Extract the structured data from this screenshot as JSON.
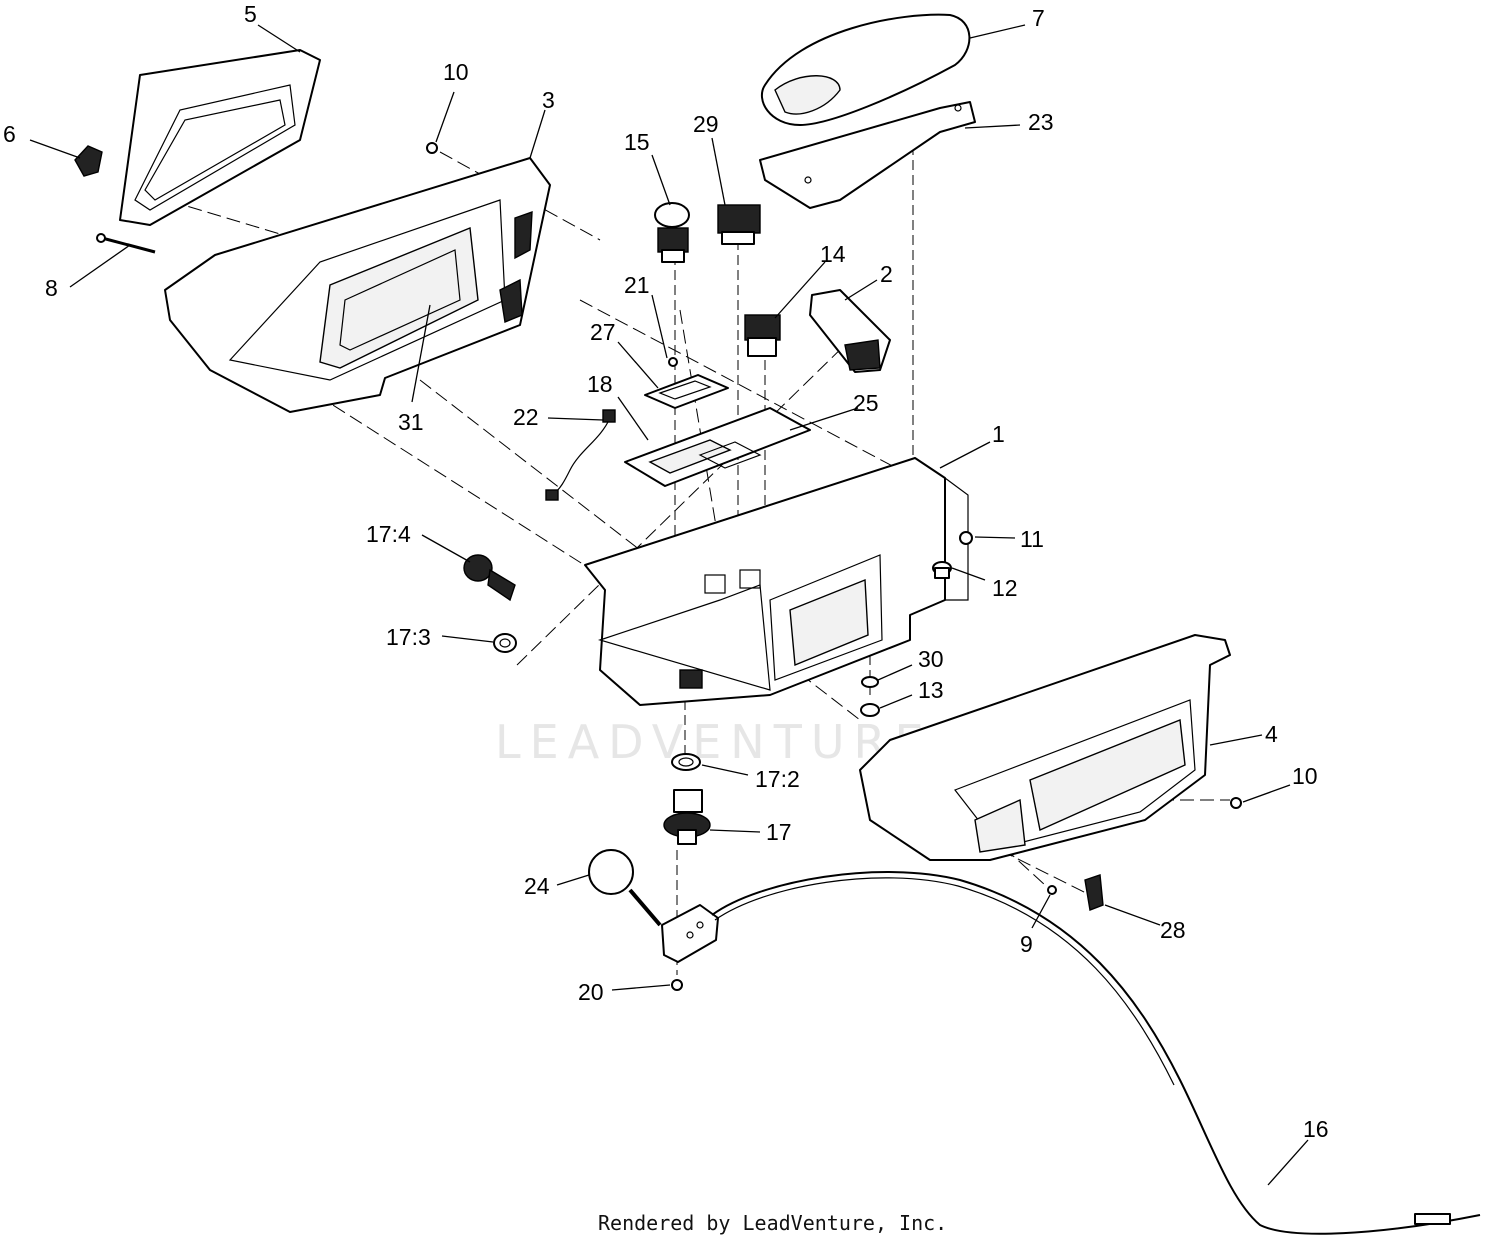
{
  "callouts": {
    "c1": "1",
    "c2": "2",
    "c3": "3",
    "c4": "4",
    "c5": "5",
    "c6": "6",
    "c7": "7",
    "c8": "8",
    "c9": "9",
    "c10a": "10",
    "c10b": "10",
    "c11": "11",
    "c12": "12",
    "c13": "13",
    "c14": "14",
    "c15": "15",
    "c16": "16",
    "c17": "17",
    "c17_2": "17:2",
    "c17_3": "17:3",
    "c17_4": "17:4",
    "c18": "18",
    "c20": "20",
    "c21": "21",
    "c22": "22",
    "c23": "23",
    "c24": "24",
    "c25": "25",
    "c27": "27",
    "c28": "28",
    "c29": "29",
    "c30": "30",
    "c31": "31"
  },
  "watermark": "LEADVENTURE",
  "credit": "Rendered by LeadVenture, Inc."
}
